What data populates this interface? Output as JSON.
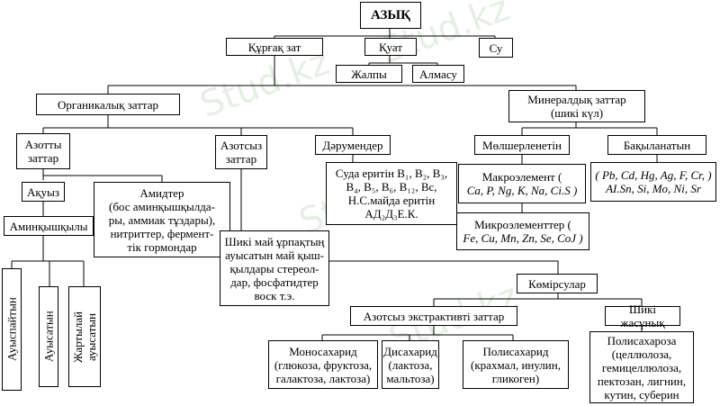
{
  "root": "АЗЫҚ",
  "level1": {
    "dry": "Құрғақ зат",
    "energy": "Қуат",
    "water": "Су"
  },
  "energy_children": {
    "total": "Жалпы",
    "exchange": "Алмасу"
  },
  "level2": {
    "organic": "Органикалық заттар",
    "mineral": "Минералдық заттар\n(шикі күл)"
  },
  "organic_children": {
    "nitrogenous": "Азотты\nзаттар",
    "nitrogen_free": "Азотсыз\nзаттар",
    "vitamins": "Дәрумендер"
  },
  "vitamins_desc": "Суда еритін В₁, В₂, В₃, В₄, В₅, В₆, В₁₂, Вс, Н.С.майда еритін АД₂Д₃Е.К.",
  "protein": "Ақуыз",
  "amides": "Амидтер\n(бос аминқышқылда-\nры, аммиак тұздары),\nнитриттер, фермент-\nтік гормондар",
  "amino_acids": "Аминқышқылы",
  "amino_types": [
    "Ауыспайтын",
    "Ауысатын",
    "Жартылай\nауысатын"
  ],
  "lipids_desc": "Шикі май ұрпақтың\nауысатын май қыш-\nқылдары стереол-\nдар, фосфатидтер\nвоск т.э.",
  "mineral_children": {
    "quantified": "Мөлшерленетін",
    "controlled": "Бақыланатын"
  },
  "macro": {
    "label": "Макроэлемент (",
    "elements": "Ca, P, Ng, K, Na, Ci.S )"
  },
  "micro": {
    "label": "Микроэлементтер (",
    "elements": "Fe, Cu, Mn, Zn, Se, CoJ )"
  },
  "controlled_elements": "( Pb, Cd, Hg, Ag, F, Cr, )\nAI.Sn, Si, Mo, Ni, Sr",
  "carbs": "Көмірсулар",
  "nfe": "Азотсыз экстрактивті заттар",
  "crude_fiber": "Шикі жасұнық",
  "saccharides": [
    "Моносахарид\n(глюкоза, фруктоза,\nгалактоза, лактоза)",
    "Дисахарид\n(лактоза,\nмальтоза)",
    "Полисахарид\n(крахмал, инулин,\nгликоген)"
  ],
  "polysaccharose": "Полисахароза\n(целлюлоза,\nгемицеллюлоза,\nпектозан, лигнин,\nкутин, суберин",
  "watermark": "Stud.kz"
}
